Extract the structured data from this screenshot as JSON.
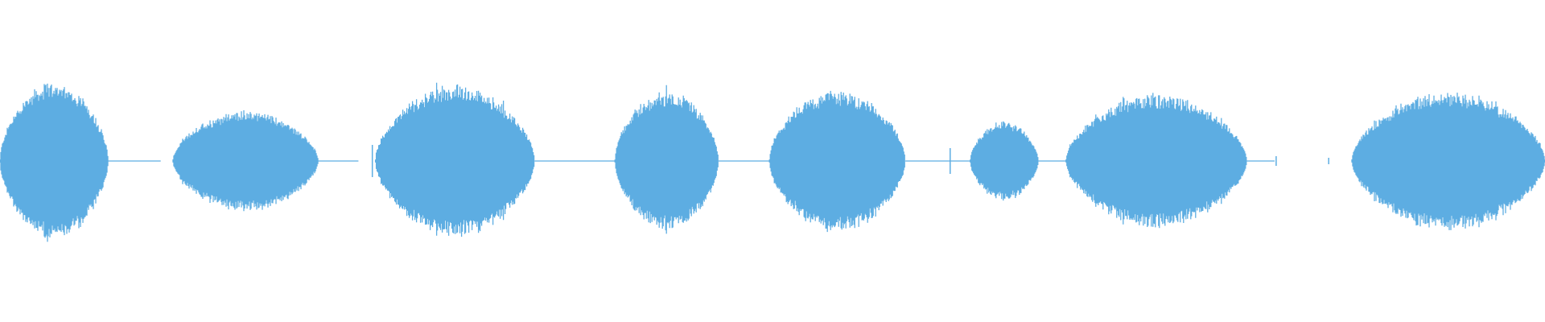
{
  "waveform": {
    "color": "#5dade2",
    "background": "#ffffff",
    "baseline_level": 0.01,
    "segments": [
      {
        "start": 0.0,
        "end": 0.07,
        "peak": 0.5
      },
      {
        "start": 0.112,
        "end": 0.206,
        "peak": 0.32
      },
      {
        "start": 0.243,
        "end": 0.346,
        "peak": 0.48
      },
      {
        "start": 0.398,
        "end": 0.465,
        "peak": 0.44
      },
      {
        "start": 0.498,
        "end": 0.586,
        "peak": 0.45
      },
      {
        "start": 0.628,
        "end": 0.672,
        "peak": 0.25
      },
      {
        "start": 0.69,
        "end": 0.807,
        "peak": 0.42
      },
      {
        "start": 0.875,
        "end": 1.0,
        "peak": 0.44
      }
    ],
    "flat_gaps": [
      {
        "start": 0.07,
        "end": 0.104
      },
      {
        "start": 0.206,
        "end": 0.232
      },
      {
        "start": 0.346,
        "end": 0.398
      },
      {
        "start": 0.465,
        "end": 0.498
      },
      {
        "start": 0.586,
        "end": 0.628
      },
      {
        "start": 0.672,
        "end": 0.69
      },
      {
        "start": 0.807,
        "end": 0.825
      }
    ],
    "spikes": [
      {
        "pos": 0.241,
        "level": 0.1
      },
      {
        "pos": 0.615,
        "level": 0.08
      },
      {
        "pos": 0.826,
        "level": 0.03
      },
      {
        "pos": 0.86,
        "level": 0.02
      }
    ]
  }
}
